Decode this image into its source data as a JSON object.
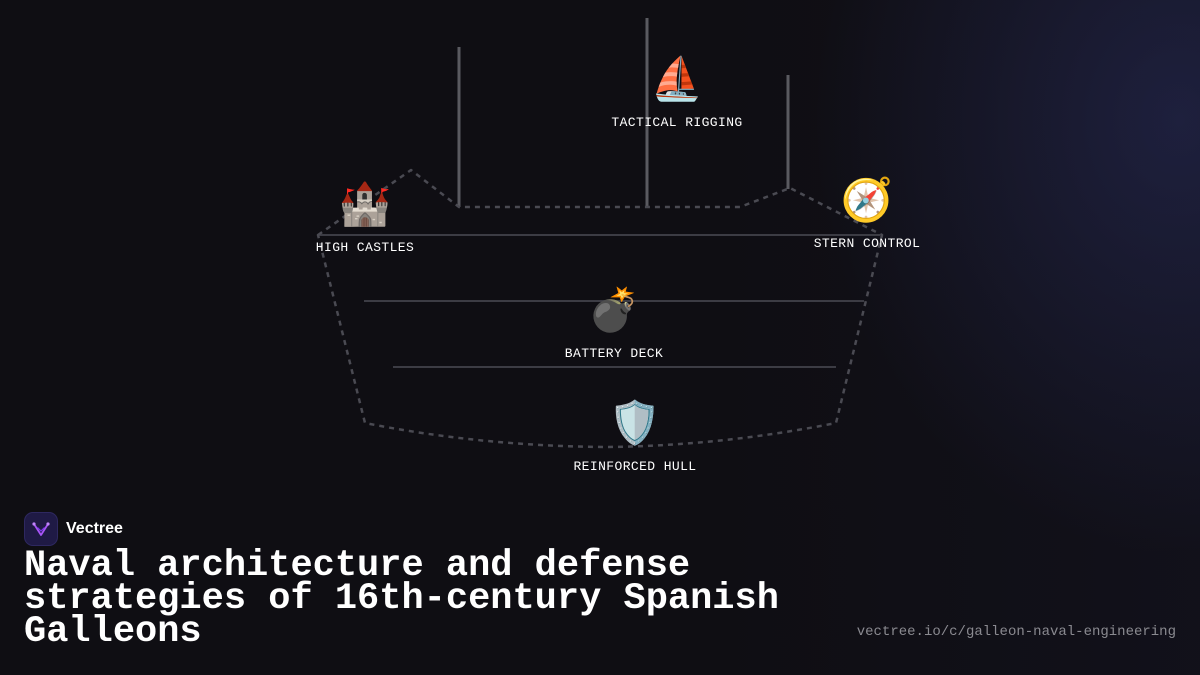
{
  "diagram": {
    "nodes": [
      {
        "id": "rigging",
        "emoji": "⛵",
        "icon": "sailboat-icon",
        "label": "TACTICAL RIGGING"
      },
      {
        "id": "castles",
        "emoji": "🏰",
        "icon": "castle-icon",
        "label": "HIGH CASTLES"
      },
      {
        "id": "stern",
        "emoji": "🧭",
        "icon": "compass-icon",
        "label": "STERN CONTROL"
      },
      {
        "id": "battery",
        "emoji": "💣",
        "icon": "bomb-icon",
        "label": "BATTERY DECK"
      },
      {
        "id": "hull",
        "emoji": "🛡️",
        "icon": "shield-icon",
        "label": "REINFORCED HULL"
      }
    ],
    "colors": {
      "outline": "#4a4a52",
      "mast": "#5a5a60",
      "deck": "#3c3c44"
    }
  },
  "brand": {
    "name": "Vectree",
    "logo_color": "#a855f7"
  },
  "title": "Naval architecture and defense strategies of 16th-century Spanish Galleons",
  "url": "vectree.io/c/galleon-naval-engineering",
  "colors": {
    "background": "#0f0e13",
    "text": "#ffffff",
    "muted": "#8a8a90"
  }
}
